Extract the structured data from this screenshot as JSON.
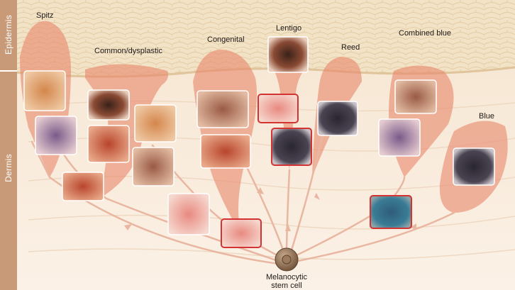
{
  "layers": {
    "epidermis_label": "Epidermis",
    "dermis_label": "Dermis"
  },
  "nevus_types": [
    {
      "name": "Spitz"
    },
    {
      "name": "Common/dysplastic"
    },
    {
      "name": "Congenital"
    },
    {
      "name": "Lentigo"
    },
    {
      "name": "Reed"
    },
    {
      "name": "Combined blue"
    },
    {
      "name": "Blue"
    }
  ],
  "origin": {
    "line1": "Melanocytic",
    "line2": "stem cell"
  },
  "colors": {
    "skin_band": "#efdcbc",
    "dermis": "#f8ebdc",
    "lesion_plume": "#e8876a",
    "side_bar": "#c99a78",
    "highlight_border": "#d33333",
    "stem_cell": "#8a6a4e"
  }
}
